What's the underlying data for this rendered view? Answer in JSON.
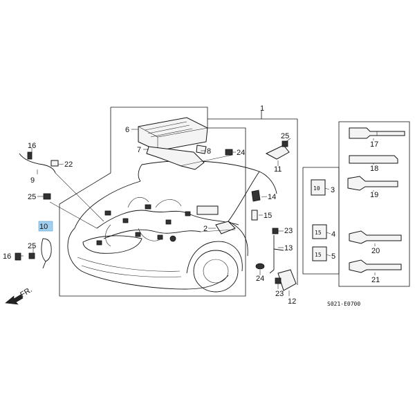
{
  "callouts": {
    "p1": "1",
    "p2": "2",
    "p3": "3",
    "p4": "4",
    "p5": "5",
    "p6": "6",
    "p7": "7",
    "p8": "8",
    "p9": "9",
    "p10": "10",
    "p11": "11",
    "p12": "12",
    "p13": "13",
    "p14": "14",
    "p15": "15",
    "p16a": "16",
    "p16b": "16",
    "p17": "17",
    "p18": "18",
    "p19": "19",
    "p20": "20",
    "p21": "21",
    "p22": "22",
    "p23a": "23",
    "p23b": "23",
    "p24a": "24",
    "p24b": "24",
    "p25a": "25",
    "p25b": "25",
    "p25c": "25"
  },
  "front_marker": "FR.",
  "diagram_code": "S021-E0700",
  "connector_marks": {
    "c3": "10",
    "c4": "15",
    "c5": "15"
  },
  "colors": {
    "ink": "#111111",
    "highlight": "#9fd0f0",
    "background": "#ffffff"
  },
  "highlighted_part": "10"
}
